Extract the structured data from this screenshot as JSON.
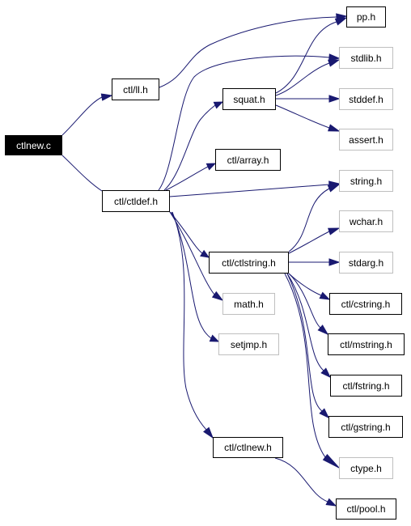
{
  "graph": {
    "edge_color": "#191970",
    "nodes": {
      "ctlnew_c": "ctlnew.c",
      "ctl_ll_h": "ctl/ll.h",
      "ctl_ctldef_h": "ctl/ctldef.h",
      "pp_h": "pp.h",
      "stdlib_h": "stdlib.h",
      "squat_h": "squat.h",
      "stddef_h": "stddef.h",
      "assert_h": "assert.h",
      "ctl_array_h": "ctl/array.h",
      "string_h": "string.h",
      "wchar_h": "wchar.h",
      "ctl_ctlstring_h": "ctl/ctlstring.h",
      "stdarg_h": "stdarg.h",
      "math_h": "math.h",
      "ctl_cstring_h": "ctl/cstring.h",
      "setjmp_h": "setjmp.h",
      "ctl_mstring_h": "ctl/mstring.h",
      "ctl_fstring_h": "ctl/fstring.h",
      "ctl_gstring_h": "ctl/gstring.h",
      "ctl_ctlnew_h": "ctl/ctlnew.h",
      "ctype_h": "ctype.h",
      "ctl_pool_h": "ctl/pool.h"
    }
  }
}
